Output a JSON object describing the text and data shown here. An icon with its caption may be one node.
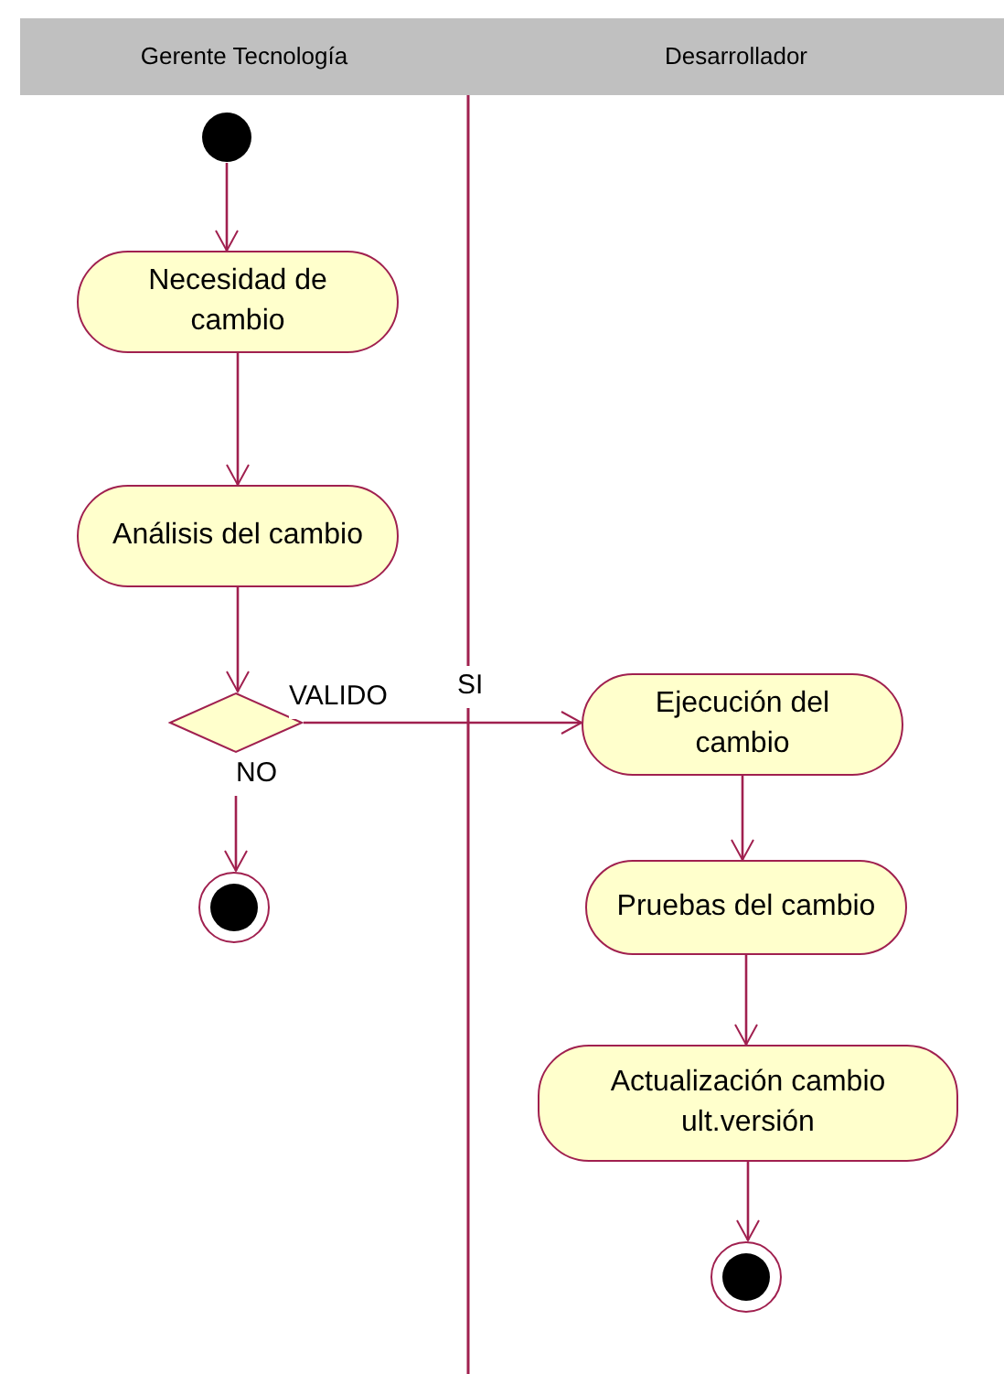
{
  "diagram": {
    "nodes": [
      {
        "text": [],
        "shape": "circle"
      },
      {
        "text": [
          "Necesidad de cambio"
        ]
      },
      {
        "text": [
          "Análisis del cambio"
        ]
      },
      {
        "text": [],
        "shape": "diamond",
        "beside": [
          "VALIDO"
        ]
      },
      {
        "text": [],
        "shape": "circle"
      },
      {
        "text": [
          "Ejecución del cambio"
        ]
      },
      {
        "text": [
          "Pruebas del cambio"
        ]
      },
      {
        "text": [
          "Actualización cambio ult.versión"
        ]
      },
      {
        "text": [],
        "shape": "circle"
      }
    ],
    "edges": [
      {
        "from": 0,
        "to": 1,
        "arrow": "to"
      },
      {
        "from": 1,
        "to": 2,
        "arrow": "to"
      },
      {
        "from": 2,
        "to": 3,
        "arrow": "to"
      },
      {
        "from": 3,
        "to": 5,
        "arrow": "to",
        "label": "SI"
      },
      {
        "from": 3,
        "to": 4,
        "arrow": "to",
        "label": "NO"
      },
      {
        "from": 5,
        "to": 6,
        "arrow": "to"
      },
      {
        "from": 6,
        "to": 7,
        "arrow": "to"
      },
      {
        "from": 7,
        "to": 8,
        "arrow": "to"
      }
    ],
    "labels": [
      "Gerente Tecnología",
      "Desarrollador"
    ]
  }
}
